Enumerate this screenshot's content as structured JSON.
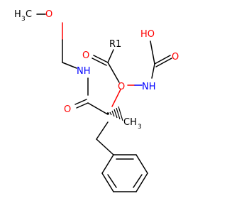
{
  "molecule": {
    "atoms": {
      "methyl_ether_c": "H",
      "methyl_ether_c_c": "C",
      "methyl_ether_c_sub": "3",
      "ether_o": "O",
      "amide_nh": "NH",
      "amide_o": "O",
      "r_group": "R1",
      "ester_carbonyl_o": "O",
      "ester_o": "O",
      "carbamate_nh": "NH",
      "carbamate_oh": "HO",
      "carbamate_carbonyl_o": "O",
      "methyl_c": "CH",
      "methyl_sub": "3"
    },
    "colors": {
      "carbon": "#000000",
      "oxygen": "#ff0000",
      "nitrogen": "#0000ff",
      "bond": "#000000"
    }
  }
}
